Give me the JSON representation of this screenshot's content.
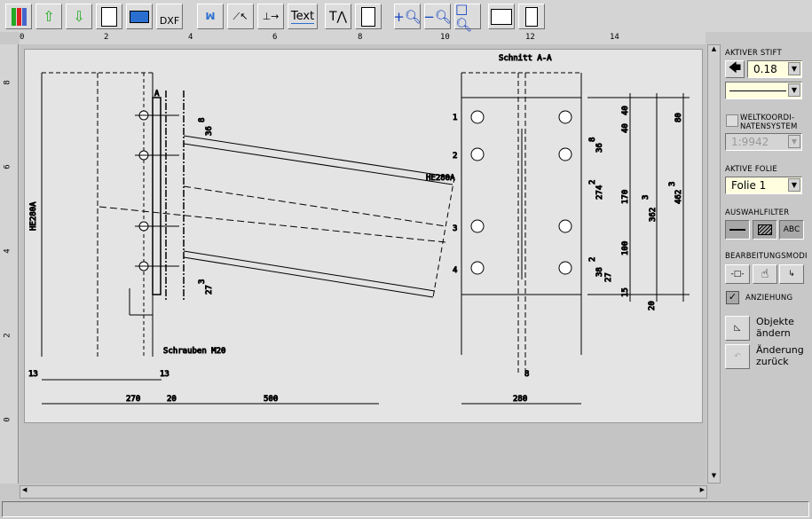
{
  "toolbar": {
    "buttons": [
      {
        "name": "binders",
        "icon": "binders-icon"
      },
      {
        "name": "open-file",
        "icon": "folder-up-icon"
      },
      {
        "name": "save-file",
        "icon": "folder-down-icon"
      },
      {
        "name": "plot",
        "icon": "plot-icon"
      },
      {
        "name": "print",
        "icon": "printer-icon"
      },
      {
        "name": "dxf-export",
        "icon": "dxf-icon",
        "label": "DXF"
      },
      {
        "name": "section",
        "icon": "section-icon"
      },
      {
        "name": "line",
        "icon": "line-icon"
      },
      {
        "name": "dimension",
        "icon": "dimension-icon"
      },
      {
        "name": "text",
        "icon": "text-icon",
        "label": "Text"
      },
      {
        "name": "tools",
        "icon": "hammer-compass-icon"
      },
      {
        "name": "frame",
        "icon": "frame-icon"
      },
      {
        "name": "zoom-in",
        "icon": "zoom-in-icon"
      },
      {
        "name": "zoom-out",
        "icon": "zoom-out-icon"
      },
      {
        "name": "zoom-window",
        "icon": "zoom-window-icon"
      },
      {
        "name": "help",
        "icon": "book-icon"
      },
      {
        "name": "exit",
        "icon": "exit-door-icon"
      }
    ]
  },
  "ruler": {
    "top": [
      "0",
      "2",
      "4",
      "6",
      "8",
      "10",
      "12",
      "14"
    ],
    "left": [
      "8",
      "6",
      "4",
      "2",
      "0"
    ]
  },
  "drawing": {
    "section_title": "Schnitt A-A",
    "profile_left": "HE280A",
    "profile_beam": "HE280A",
    "bolts": "Schrauben M20",
    "marker_a": "A",
    "dims_bottom": [
      "270",
      "20",
      "500",
      "280"
    ],
    "dims_small": [
      "13",
      "13",
      "8"
    ],
    "row_numbers": [
      "1",
      "2",
      "3",
      "4"
    ],
    "dims_right_a": [
      "40",
      "40",
      "36",
      "8",
      "274",
      "2",
      "100",
      "2",
      "38",
      "27",
      "15",
      "20"
    ],
    "dims_right_b": [
      "80",
      "170",
      "362",
      "3",
      "462",
      "3"
    ],
    "dims_left": [
      "36",
      "8",
      "27",
      "3"
    ]
  },
  "panel": {
    "active_pen_label": "AKTIVER STIFT",
    "pen_width": "0.18",
    "world_coords_label": "WELTKOORDI-\nNATENSYSTEM",
    "scale": "1:9942",
    "active_layer_label": "AKTIVE FOLIE",
    "layer": "Folie 1",
    "filter_label": "AUSWAHLFILTER",
    "filter_abc": "ABC",
    "edit_modes_label": "BEARBEITUNGSMODI",
    "snap_label": "ANZIEHUNG",
    "snap_checked": true,
    "modify_objects": "Objekte ändern",
    "undo_change": "Änderung zurück"
  }
}
